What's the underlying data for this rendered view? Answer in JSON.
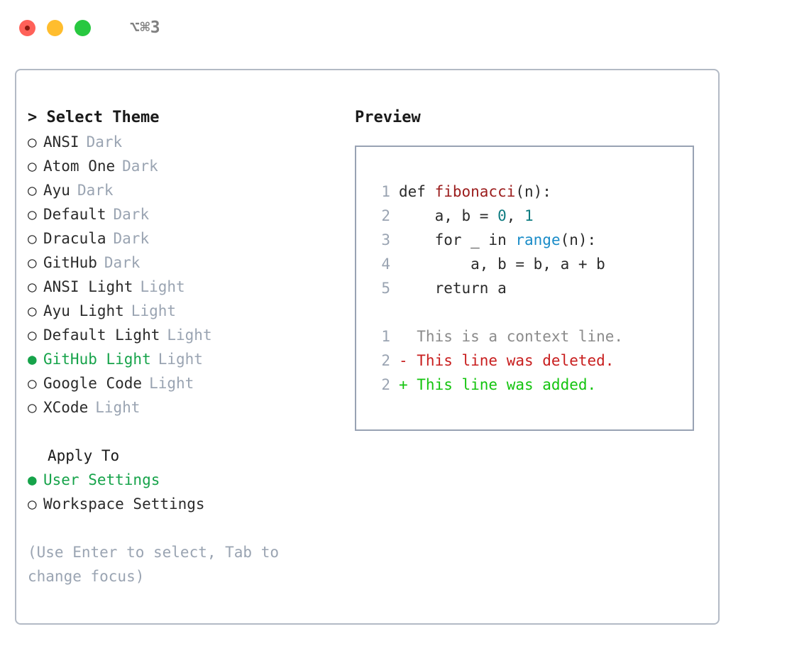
{
  "titlebar": {
    "shortcut": "⌥⌘3",
    "buttons": {
      "close": "close-button",
      "minimize": "minimize-button",
      "maximize": "maximize-button"
    }
  },
  "theme_section": {
    "caret": "> ",
    "heading": "Select Theme",
    "focused": true,
    "selected_index": 9,
    "bullet_unselected": "○",
    "bullet_selected": "●",
    "items": [
      {
        "name": "ANSI",
        "badge": "Dark",
        "selected": false
      },
      {
        "name": "Atom One",
        "badge": "Dark",
        "selected": false
      },
      {
        "name": "Ayu",
        "badge": "Dark",
        "selected": false
      },
      {
        "name": "Default",
        "badge": "Dark",
        "selected": false
      },
      {
        "name": "Dracula",
        "badge": "Dark",
        "selected": false
      },
      {
        "name": "GitHub",
        "badge": "Dark",
        "selected": false
      },
      {
        "name": "ANSI Light",
        "badge": "Light",
        "selected": false
      },
      {
        "name": "Ayu Light",
        "badge": "Light",
        "selected": false
      },
      {
        "name": "Default Light",
        "badge": "Light",
        "selected": false
      },
      {
        "name": "GitHub Light",
        "badge": "Light",
        "selected": true
      },
      {
        "name": "Google Code",
        "badge": "Light",
        "selected": false
      },
      {
        "name": "XCode",
        "badge": "Light",
        "selected": false
      }
    ]
  },
  "apply_section": {
    "heading": "Apply To",
    "focused": false,
    "items": [
      {
        "name": "User Settings",
        "selected": true
      },
      {
        "name": "Workspace Settings",
        "selected": false
      }
    ]
  },
  "hint": "(Use Enter to select, Tab to change focus)",
  "preview": {
    "heading": "Preview",
    "code_lines": [
      {
        "no": "1",
        "tokens": [
          {
            "t": "def ",
            "c": "kw"
          },
          {
            "t": "fibonacci",
            "c": "fn"
          },
          {
            "t": "(n):",
            "c": "plain"
          }
        ]
      },
      {
        "no": "2",
        "tokens": [
          {
            "t": "    a, b = ",
            "c": "plain"
          },
          {
            "t": "0",
            "c": "num"
          },
          {
            "t": ", ",
            "c": "plain"
          },
          {
            "t": "1",
            "c": "num"
          }
        ]
      },
      {
        "no": "3",
        "tokens": [
          {
            "t": "    for _ in ",
            "c": "kw"
          },
          {
            "t": "range",
            "c": "call"
          },
          {
            "t": "(n):",
            "c": "plain"
          }
        ]
      },
      {
        "no": "4",
        "tokens": [
          {
            "t": "        a, b = b, a + b",
            "c": "plain"
          }
        ]
      },
      {
        "no": "5",
        "tokens": [
          {
            "t": "    return a",
            "c": "kw"
          }
        ]
      }
    ],
    "diff_lines": [
      {
        "no": "1",
        "marker": "  ",
        "text": "This is a context line.",
        "kind": "ctx"
      },
      {
        "no": "2",
        "marker": "- ",
        "text": "This line was deleted.",
        "kind": "del"
      },
      {
        "no": "2",
        "marker": "+ ",
        "text": "This line was added.",
        "kind": "add"
      }
    ]
  },
  "colors": {
    "accent_green": "#16a34a",
    "muted": "#9aa4b2",
    "border": "#b3bac5",
    "preview_border": "#98a2b3",
    "fn_red": "#9b1c1c",
    "num_teal": "#0f7c81",
    "call_blue": "#1a8cc8",
    "diff_add": "#14c40f",
    "diff_del": "#c81e1e"
  }
}
